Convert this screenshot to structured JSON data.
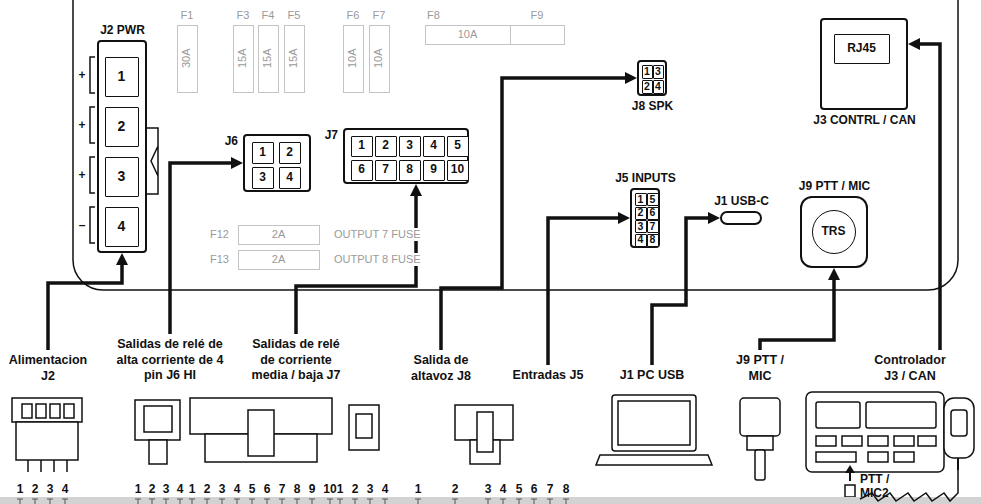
{
  "diagram": {
    "nodes": [
      {
        "text": [
          "F1",
          "30A"
        ]
      },
      {
        "text": [
          "F3",
          "15A"
        ]
      },
      {
        "text": [
          "F4",
          "15A"
        ]
      },
      {
        "text": [
          "F5",
          "15A"
        ]
      },
      {
        "text": [
          "F6",
          "10A"
        ]
      },
      {
        "text": [
          "F7",
          "10A"
        ]
      },
      {
        "text": [
          "F8",
          "10A"
        ]
      },
      {
        "text": [
          "F9"
        ]
      },
      {
        "text": [
          "J2 PWR"
        ]
      },
      {
        "text": [
          "1"
        ],
        "in": 8
      },
      {
        "text": [
          "2"
        ],
        "in": 8
      },
      {
        "text": [
          "3"
        ],
        "in": 8
      },
      {
        "text": [
          "4"
        ],
        "in": 8
      },
      {
        "text": [
          "J6"
        ]
      },
      {
        "text": [
          "1"
        ],
        "in": 13
      },
      {
        "text": [
          "2"
        ],
        "in": 13
      },
      {
        "text": [
          "3"
        ],
        "in": 13
      },
      {
        "text": [
          "4"
        ],
        "in": 13
      },
      {
        "text": [
          "J7"
        ]
      },
      {
        "text": [
          "1"
        ],
        "in": 18
      },
      {
        "text": [
          "2"
        ],
        "in": 18
      },
      {
        "text": [
          "3"
        ],
        "in": 18
      },
      {
        "text": [
          "4"
        ],
        "in": 18
      },
      {
        "text": [
          "5"
        ],
        "in": 18
      },
      {
        "text": [
          "6"
        ],
        "in": 18
      },
      {
        "text": [
          "7"
        ],
        "in": 18
      },
      {
        "text": [
          "8"
        ],
        "in": 18
      },
      {
        "text": [
          "9"
        ],
        "in": 18
      },
      {
        "text": [
          "10"
        ],
        "in": 18
      },
      {
        "text": [
          "J8 SPK"
        ]
      },
      {
        "text": [
          "1"
        ],
        "in": 29
      },
      {
        "text": [
          "3"
        ],
        "in": 29
      },
      {
        "text": [
          "2"
        ],
        "in": 29
      },
      {
        "text": [
          "4"
        ],
        "in": 29
      },
      {
        "text": [
          "J3 CONTRL / CAN"
        ]
      },
      {
        "text": [
          "RJ45"
        ],
        "in": 34
      },
      {
        "text": [
          "J5 INPUTS"
        ]
      },
      {
        "text": [
          "1"
        ],
        "in": 36
      },
      {
        "text": [
          "5"
        ],
        "in": 36
      },
      {
        "text": [
          "2"
        ],
        "in": 36
      },
      {
        "text": [
          "6"
        ],
        "in": 36
      },
      {
        "text": [
          "3"
        ],
        "in": 36
      },
      {
        "text": [
          "7"
        ],
        "in": 36
      },
      {
        "text": [
          "4"
        ],
        "in": 36
      },
      {
        "text": [
          "8"
        ],
        "in": 36
      },
      {
        "text": [
          "J1 USB-C"
        ]
      },
      {
        "text": [
          "J9 PTT / MIC"
        ]
      },
      {
        "text": [
          "TRS"
        ],
        "in": 46
      },
      {
        "text": [
          "F12",
          "2A",
          "OUTPUT 7 FUSE"
        ]
      },
      {
        "text": [
          "F13",
          "2A",
          "OUTPUT 8 FUSE"
        ]
      },
      {
        "text": [
          "Alimentacion J2"
        ]
      },
      {
        "text": [
          "Salidas de relé de alta corriente de 4 pin J6 HI"
        ]
      },
      {
        "text": [
          "Salidas de relé de corriente media / baja J7"
        ]
      },
      {
        "text": [
          "Salida de altavoz J8"
        ]
      },
      {
        "text": [
          "Entradas J5"
        ]
      },
      {
        "text": [
          "J1 PC USB"
        ]
      },
      {
        "text": [
          "J9 PTT / MIC"
        ]
      },
      {
        "text": [
          "Controlador J3 / CAN"
        ]
      }
    ],
    "edges": [
      {
        "from": 50,
        "to": 8,
        "arrow": "to"
      },
      {
        "from": 51,
        "to": 13,
        "arrow": "to"
      },
      {
        "from": 52,
        "to": 18,
        "arrow": "to"
      },
      {
        "from": 53,
        "to": 29,
        "arrow": "to"
      },
      {
        "from": 54,
        "to": 36,
        "arrow": "to"
      },
      {
        "from": 55,
        "to": 45,
        "arrow": "to"
      },
      {
        "from": 56,
        "to": 46,
        "arrow": "to"
      },
      {
        "from": 57,
        "to": 34,
        "arrow": "to"
      }
    ],
    "labels": [
      "+",
      "+",
      "+",
      "–",
      "1",
      "2",
      "3",
      "4",
      "1",
      "2",
      "3",
      "4",
      "1",
      "2",
      "3",
      "4",
      "5",
      "6",
      "7",
      "8",
      "9",
      "10",
      "1",
      "2",
      "3",
      "4",
      "1",
      "2",
      "3",
      "4",
      "5",
      "6",
      "7",
      "8",
      "PTT / MIC2"
    ]
  }
}
